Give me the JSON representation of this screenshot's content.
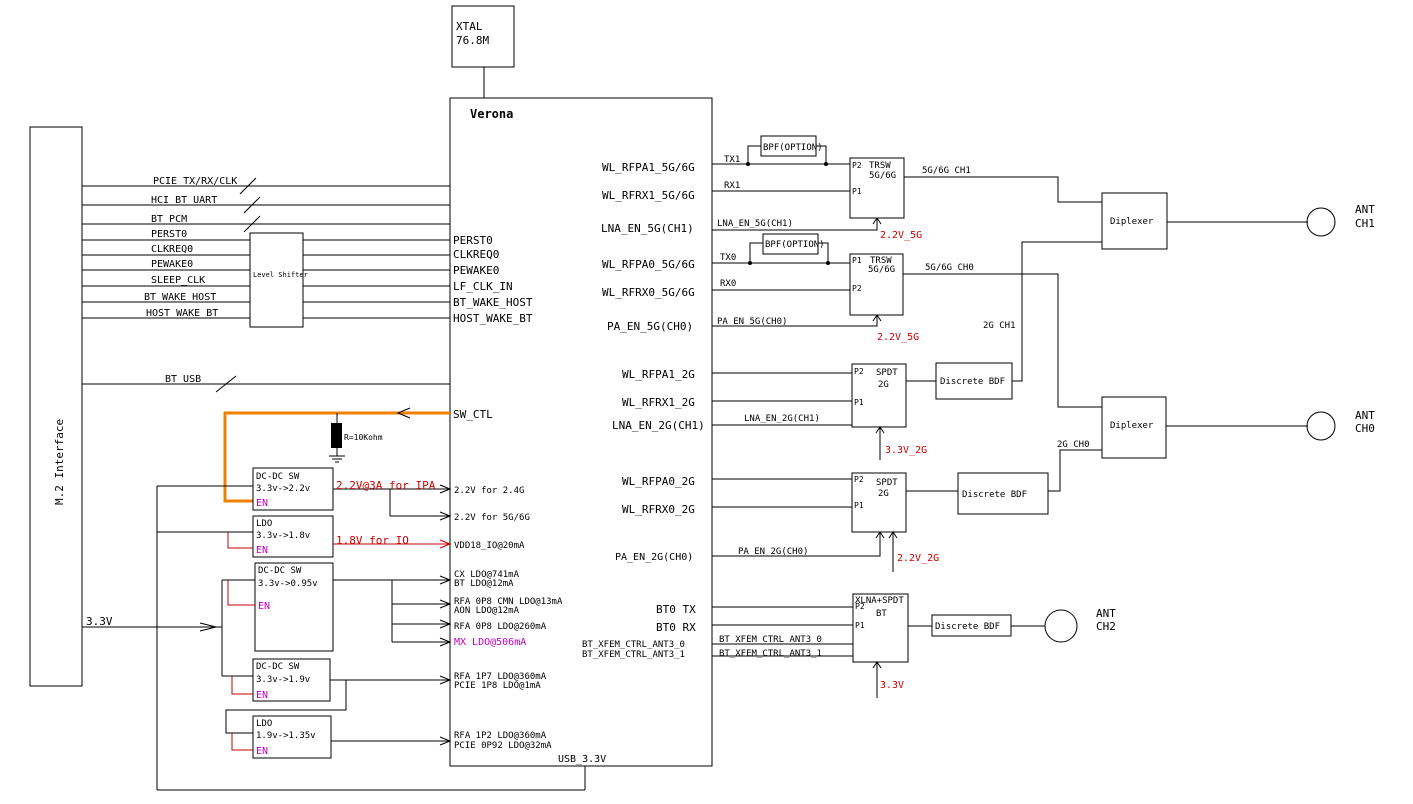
{
  "colors": {
    "line": "#000000",
    "power": "#d00000",
    "enable": "#c000c0",
    "switch_ctl": "#f08000"
  },
  "xtal": {
    "l1": "XTAL",
    "l2": "76.8M"
  },
  "m2": {
    "label": "M.2 Interface"
  },
  "soc": {
    "title": "Verona"
  },
  "left_bus": {
    "pcie": "PCIE TX/RX/CLK",
    "uart": "HCI_BT_UART",
    "pcm": "BT_PCM",
    "perst": "PERST0",
    "clkreq": "CLKREQ0",
    "pewake": "PEWAKE0",
    "sleep": "SLEEP_CLK",
    "btwake": "BT_WAKE_HOST",
    "hostwake": "HOST_WAKE_BT",
    "usb": "BT_USB",
    "v33": "3.3V"
  },
  "level_shifter": {
    "label": "Level Shifter"
  },
  "soc_left_pins": {
    "perst": "PERST0",
    "clkreq": "CLKREQ0",
    "pewake": "PEWAKE0",
    "lfclk": "LF_CLK_IN",
    "btwake": "BT_WAKE_HOST",
    "hostwake": "HOST_WAKE_BT",
    "swctl": "SW_CTL",
    "p22a": "2.2V  for  2.4G",
    "p22b": "2.2V  for  5G/6G",
    "vdd18": "VDD18_IO@20mA",
    "cx": "CX   LDO@741mA",
    "bt": "BT   LDO@12mA",
    "rfa1": "RFA  0P8  CMN  LDO@13mA",
    "aon": "AON  LDO@12mA",
    "rfa2": "RFA  0P8  LDO@260mA",
    "mx": "MX  LDO@506mA",
    "rfa3": "RFA  1P7  LDO@360mA",
    "pcie1": "PCIE  1P8  LDO@1mA",
    "rfa4": "RFA  1P2  LDO@360mA",
    "pcie2": "PCIE  0P92  LDO@32mA",
    "usb33": "USB_3.3V"
  },
  "resistor": {
    "label": "R=10Kohm"
  },
  "regulators": {
    "r1": {
      "l1": "DC-DC  SW",
      "l2": "3.3v->2.2v",
      "en": "EN",
      "out": "2.2V@3A  for  IPA"
    },
    "r2": {
      "l1": "LDO",
      "l2": "3.3v->1.8v",
      "en": "EN",
      "out": "1.8V  for  IO"
    },
    "r3": {
      "l1": "DC-DC  SW",
      "l2": "3.3v->0.95v",
      "en": "EN"
    },
    "r4": {
      "l1": "DC-DC  SW",
      "l2": "3.3v->1.9v",
      "en": "EN"
    },
    "r5": {
      "l1": "LDO",
      "l2": "1.9v->1.35v",
      "en": "EN"
    }
  },
  "soc_right_pins": {
    "rfpa1_5g": "WL_RFPA1_5G/6G",
    "rfrx1_5g": "WL_RFRX1_5G/6G",
    "lna5g": "LNA_EN_5G(CH1)",
    "rfpa0_5g": "WL_RFPA0_5G/6G",
    "rfrx0_5g": "WL_RFRX0_5G/6G",
    "pa5g": "PA_EN_5G(CH0)",
    "rfpa1_2g": "WL_RFPA1_2G",
    "rfrx1_2g": "WL_RFRX1_2G",
    "lna2g": "LNA_EN_2G(CH1)",
    "rfpa0_2g": "WL_RFPA0_2G",
    "rfrx0_2g": "WL_RFRX0_2G",
    "pa2g": "PA_EN_2G(CH0)",
    "bttx": "BT0 TX",
    "btrx": "BT0 RX",
    "ant3_0": "BT_XFEM_CTRL_ANT3_0",
    "ant3_1": "BT_XFEM_CTRL_ANT3_1"
  },
  "rf_nets": {
    "tx1": "TX1",
    "rx1": "RX1",
    "lna5g": "LNA_EN_5G(CH1)",
    "tx0": "TX0",
    "rx0": "RX0",
    "pa5g": "PA_EN_5G(CH0)",
    "lna2g": "LNA_EN_2G(CH1)",
    "pa2g": "PA_EN_2G(CH0)",
    "ant3_0": "BT_XFEM_CTRL_ANT3_0",
    "ant3_1": "BT_XFEM_CTRL_ANT3_1",
    "ch1_56": "5G/6G  CH1",
    "ch0_56": "5G/6G  CH0",
    "ch1_2g": "2G  CH1",
    "ch0_2g": "2G  CH0"
  },
  "rf_blocks": {
    "bpf1": "BPF(OPTION)",
    "bpf2": "BPF(OPTION)",
    "trsw1": {
      "p2": "P2",
      "p1": "P1",
      "l1": "TRSW",
      "l2": "5G/6G",
      "pwr": "2.2V_5G"
    },
    "trsw2": {
      "p1": "P1",
      "p2": "P2",
      "l1": "TRSW",
      "l2": "5G/6G",
      "pwr": "2.2V_5G"
    },
    "spdt1": {
      "p2": "P2",
      "p1": "P1",
      "l1": "SPDT",
      "l2": "2G",
      "pwr": "3.3V_2G"
    },
    "spdt2": {
      "p2": "P2",
      "p1": "P1",
      "l1": "SPDT",
      "l2": "2G",
      "pwr": "2.2V_2G"
    },
    "xlna": {
      "l1": "XLNA+SPDT",
      "p2": "P2",
      "l2": "BT",
      "p1": "P1",
      "pwr": "3.3V"
    },
    "bdf1": "Discrete   BDF",
    "bdf2": "Discrete   BDF",
    "bdf3": "Discrete   BDF",
    "diplexer1": "Diplexer",
    "diplexer2": "Diplexer"
  },
  "antennas": {
    "ch1": {
      "l1": "ANT",
      "l2": "CH1"
    },
    "ch0": {
      "l1": "ANT",
      "l2": "CH0"
    },
    "ch2": {
      "l1": "ANT",
      "l2": "CH2"
    }
  }
}
